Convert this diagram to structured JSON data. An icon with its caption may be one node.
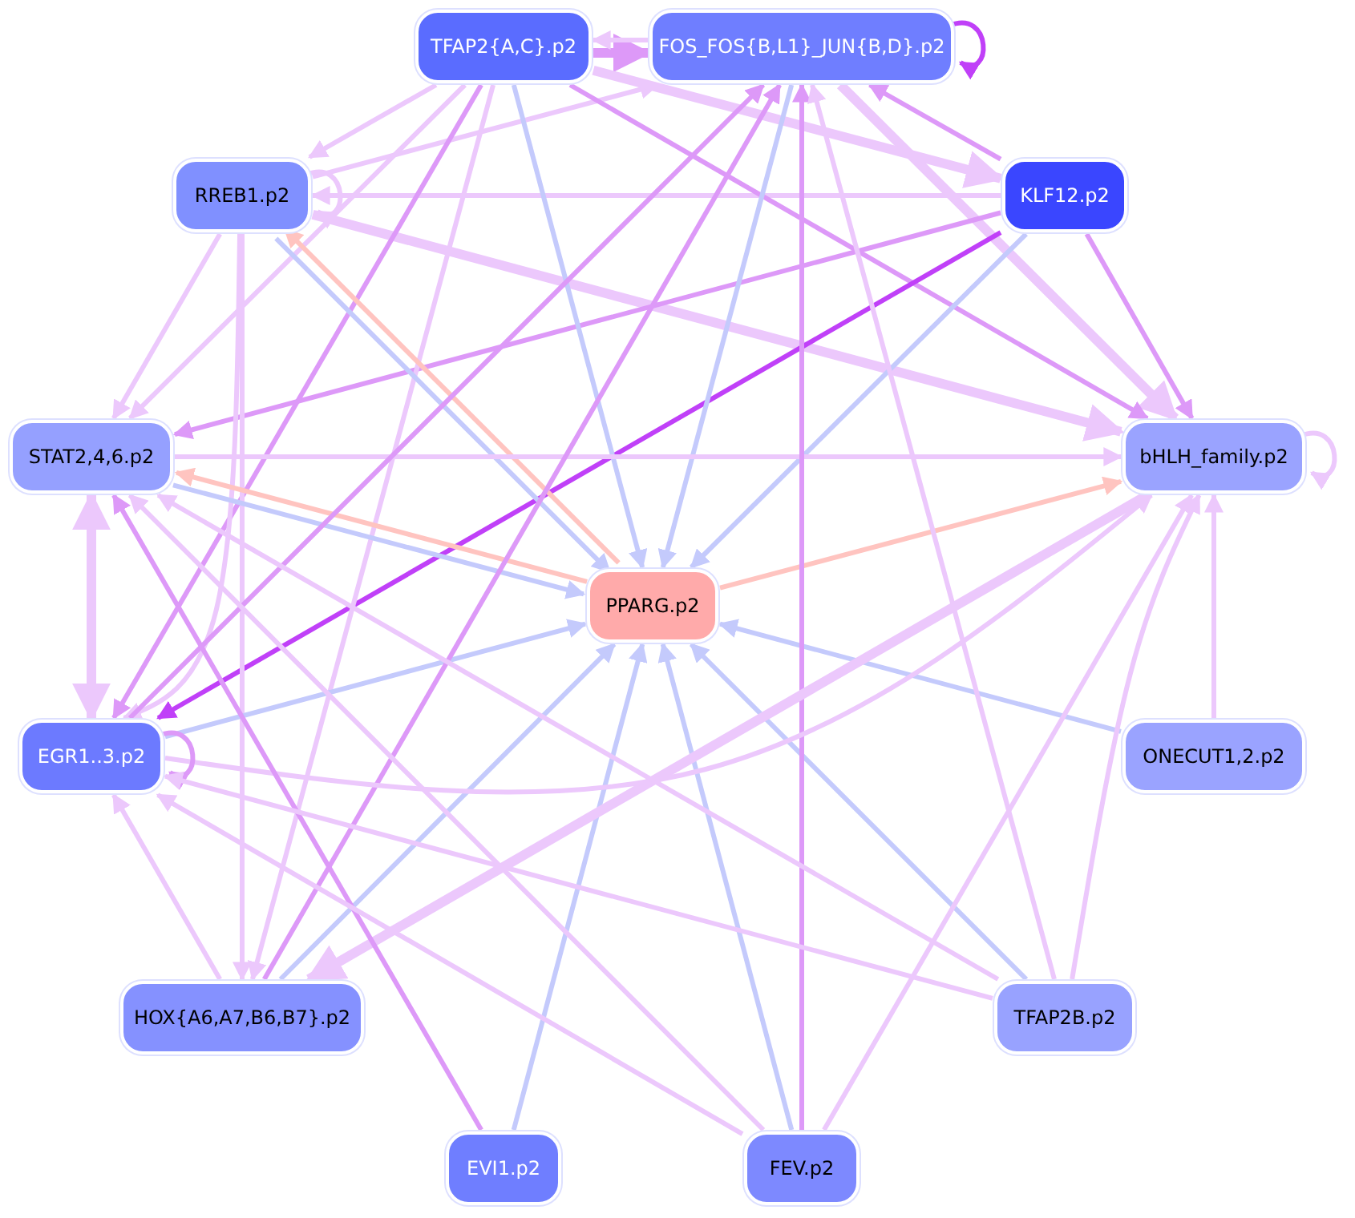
{
  "diagram": {
    "nodes": [
      {
        "text": [
          "TFAP2{A,C}.p2"
        ]
      },
      {
        "text": [
          "FOS_FOS{B,L1}_JUN{B,D}.p2"
        ]
      },
      {
        "text": [
          "RREB1.p2"
        ]
      },
      {
        "text": [
          "KLF12.p2"
        ]
      },
      {
        "text": [
          "STAT2,4,6.p2"
        ]
      },
      {
        "text": [
          "bHLH_family.p2"
        ]
      },
      {
        "text": [
          "PPARG.p2"
        ]
      },
      {
        "text": [
          "EGR1..3.p2"
        ]
      },
      {
        "text": [
          "ONECUT1,2.p2"
        ]
      },
      {
        "text": [
          "HOX{A6,A7,B6,B7}.p2"
        ]
      },
      {
        "text": [
          "TFAP2B.p2"
        ]
      },
      {
        "text": [
          "EVI1.p2"
        ]
      },
      {
        "text": [
          "FEV.p2"
        ]
      }
    ],
    "edges": [
      {
        "from": 0,
        "to": 1,
        "arrow": "to",
        "color": "#dd99f8",
        "style": "thick"
      },
      {
        "from": 1,
        "to": 0,
        "arrow": "to"
      },
      {
        "from": 1,
        "to": 1,
        "arrow": "to",
        "color": "#c040f8"
      },
      {
        "from": 3,
        "to": 1,
        "arrow": "to",
        "color": "#dd99f8"
      },
      {
        "from": 0,
        "to": 2,
        "arrow": "to"
      },
      {
        "from": 2,
        "to": 1,
        "arrow": "to"
      },
      {
        "from": 3,
        "to": 2,
        "arrow": "to"
      },
      {
        "from": 2,
        "to": 2,
        "arrow": "to"
      },
      {
        "from": 2,
        "to": 5,
        "arrow": "to",
        "style": "thick"
      },
      {
        "from": 1,
        "to": 5,
        "arrow": "to",
        "style": "thick"
      },
      {
        "from": 0,
        "to": 5,
        "arrow": "to",
        "color": "#dd99f8"
      },
      {
        "from": 0,
        "to": 3,
        "arrow": "to",
        "style": "thick"
      },
      {
        "from": 3,
        "to": 5,
        "arrow": "to",
        "color": "#dd99f8"
      },
      {
        "from": 3,
        "to": 7,
        "arrow": "to",
        "color": "#c040f8"
      },
      {
        "from": 3,
        "to": 6,
        "arrow": "to",
        "color": "#c4cafc"
      },
      {
        "from": 3,
        "to": 4,
        "arrow": "to",
        "color": "#dd99f8"
      },
      {
        "from": 0,
        "to": 6,
        "arrow": "to",
        "color": "#c4cafc"
      },
      {
        "from": 1,
        "to": 6,
        "arrow": "to",
        "color": "#c4cafc"
      },
      {
        "from": 0,
        "to": 4,
        "arrow": "to"
      },
      {
        "from": 0,
        "to": 7,
        "arrow": "to",
        "color": "#dd99f8"
      },
      {
        "from": 0,
        "to": 9,
        "arrow": "to"
      },
      {
        "from": 2,
        "to": 4,
        "arrow": "to"
      },
      {
        "from": 2,
        "to": 7,
        "arrow": "to"
      },
      {
        "from": 2,
        "to": 9,
        "arrow": "to"
      },
      {
        "from": 6,
        "to": 2,
        "arrow": "to",
        "color": "#ffc4c0"
      },
      {
        "from": 2,
        "to": 6,
        "arrow": "to",
        "color": "#c4cafc"
      },
      {
        "from": 6,
        "to": 4,
        "arrow": "to",
        "color": "#ffc4c0"
      },
      {
        "from": 4,
        "to": 6,
        "arrow": "to",
        "color": "#c4cafc"
      },
      {
        "from": 6,
        "to": 5,
        "arrow": "to",
        "color": "#ffc4c0"
      },
      {
        "from": 4,
        "to": 5,
        "arrow": "to"
      },
      {
        "from": 7,
        "to": 6,
        "arrow": "to",
        "color": "#c4cafc"
      },
      {
        "from": 9,
        "to": 6,
        "arrow": "to",
        "color": "#c4cafc"
      },
      {
        "from": 11,
        "to": 6,
        "arrow": "to",
        "color": "#c4cafc"
      },
      {
        "from": 12,
        "to": 6,
        "arrow": "to",
        "color": "#c4cafc"
      },
      {
        "from": 10,
        "to": 6,
        "arrow": "to",
        "color": "#c4cafc"
      },
      {
        "from": 8,
        "to": 6,
        "arrow": "to",
        "color": "#c4cafc"
      },
      {
        "from": 8,
        "to": 5,
        "arrow": "to"
      },
      {
        "from": 12,
        "to": 1,
        "arrow": "to",
        "color": "#dd99f8"
      },
      {
        "from": 9,
        "to": 1,
        "arrow": "to",
        "color": "#dd99f8"
      },
      {
        "from": 7,
        "to": 1,
        "arrow": "to",
        "color": "#dd99f8"
      },
      {
        "from": 10,
        "to": 1,
        "arrow": "to"
      },
      {
        "from": 10,
        "to": 5,
        "arrow": "to"
      },
      {
        "from": 12,
        "to": 5,
        "arrow": "to"
      },
      {
        "from": 5,
        "to": 9,
        "arrow": "to",
        "style": "thick"
      },
      {
        "from": 7,
        "to": 5,
        "arrow": "to"
      },
      {
        "from": 4,
        "to": 7,
        "arrow": "both",
        "style": "thick"
      },
      {
        "from": 7,
        "to": 7,
        "arrow": "to",
        "color": "#dd99f8"
      },
      {
        "from": 11,
        "to": 4,
        "arrow": "to",
        "color": "#dd99f8"
      },
      {
        "from": 10,
        "to": 7,
        "arrow": "to"
      },
      {
        "from": 12,
        "to": 4,
        "arrow": "to"
      },
      {
        "from": 10,
        "to": 4,
        "arrow": "to"
      },
      {
        "from": 9,
        "to": 7,
        "arrow": "to"
      },
      {
        "from": 12,
        "to": 7,
        "arrow": "to"
      },
      {
        "from": 5,
        "to": 5,
        "arrow": "to"
      }
    ]
  }
}
